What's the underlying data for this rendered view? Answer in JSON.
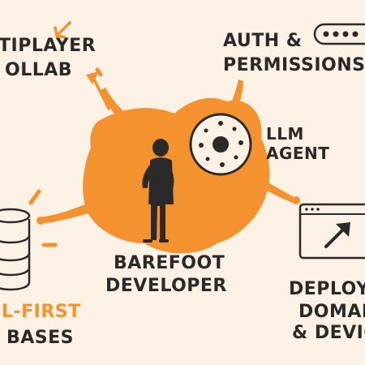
{
  "labels": {
    "multiplayer": [
      "TIPLAYER",
      "OLLAB"
    ],
    "auth": [
      "AUTH &",
      "PERMISSIONS"
    ],
    "llm": [
      "LLM",
      "AGENT"
    ],
    "barefoot": [
      "BAREFOOT",
      "DEVELOPER"
    ],
    "deploy": [
      "DEPLOY",
      "DOMAIN",
      "& DEVIC"
    ],
    "local": [
      "L-FIRST",
      "BASES"
    ]
  },
  "colors": {
    "background": "#fbf1e4",
    "splash": "#f3922e",
    "ink": "#2b2a2a"
  },
  "icons": [
    "cursor-arrow-icon",
    "password-field-icon",
    "llm-agent-icon",
    "developer-figure-icon",
    "browser-window-icon",
    "database-icon"
  ]
}
